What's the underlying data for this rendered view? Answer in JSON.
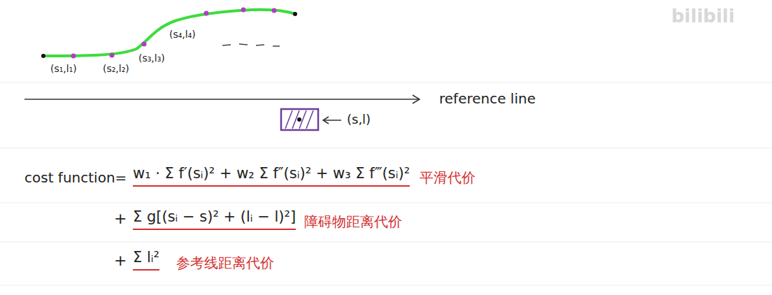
{
  "diagram": {
    "labels": [
      "(s₁,l₁)",
      "(s₂,l₂)",
      "(s₃,l₃)",
      "(s₄,l₄)",
      "reference line",
      "(s,l)",
      "cost function=",
      "w₁ · Σ f′(sᵢ)² + w₂ Σ f″(sᵢ)² + w₃ Σ f‴(sᵢ)²",
      "平滑代价",
      "+",
      "Σ g[(sᵢ − s)² + (lᵢ − l)²]",
      "障碍物距离代价",
      "+",
      "Σ lᵢ²",
      "参考线距离代价",
      "bilibili"
    ]
  }
}
